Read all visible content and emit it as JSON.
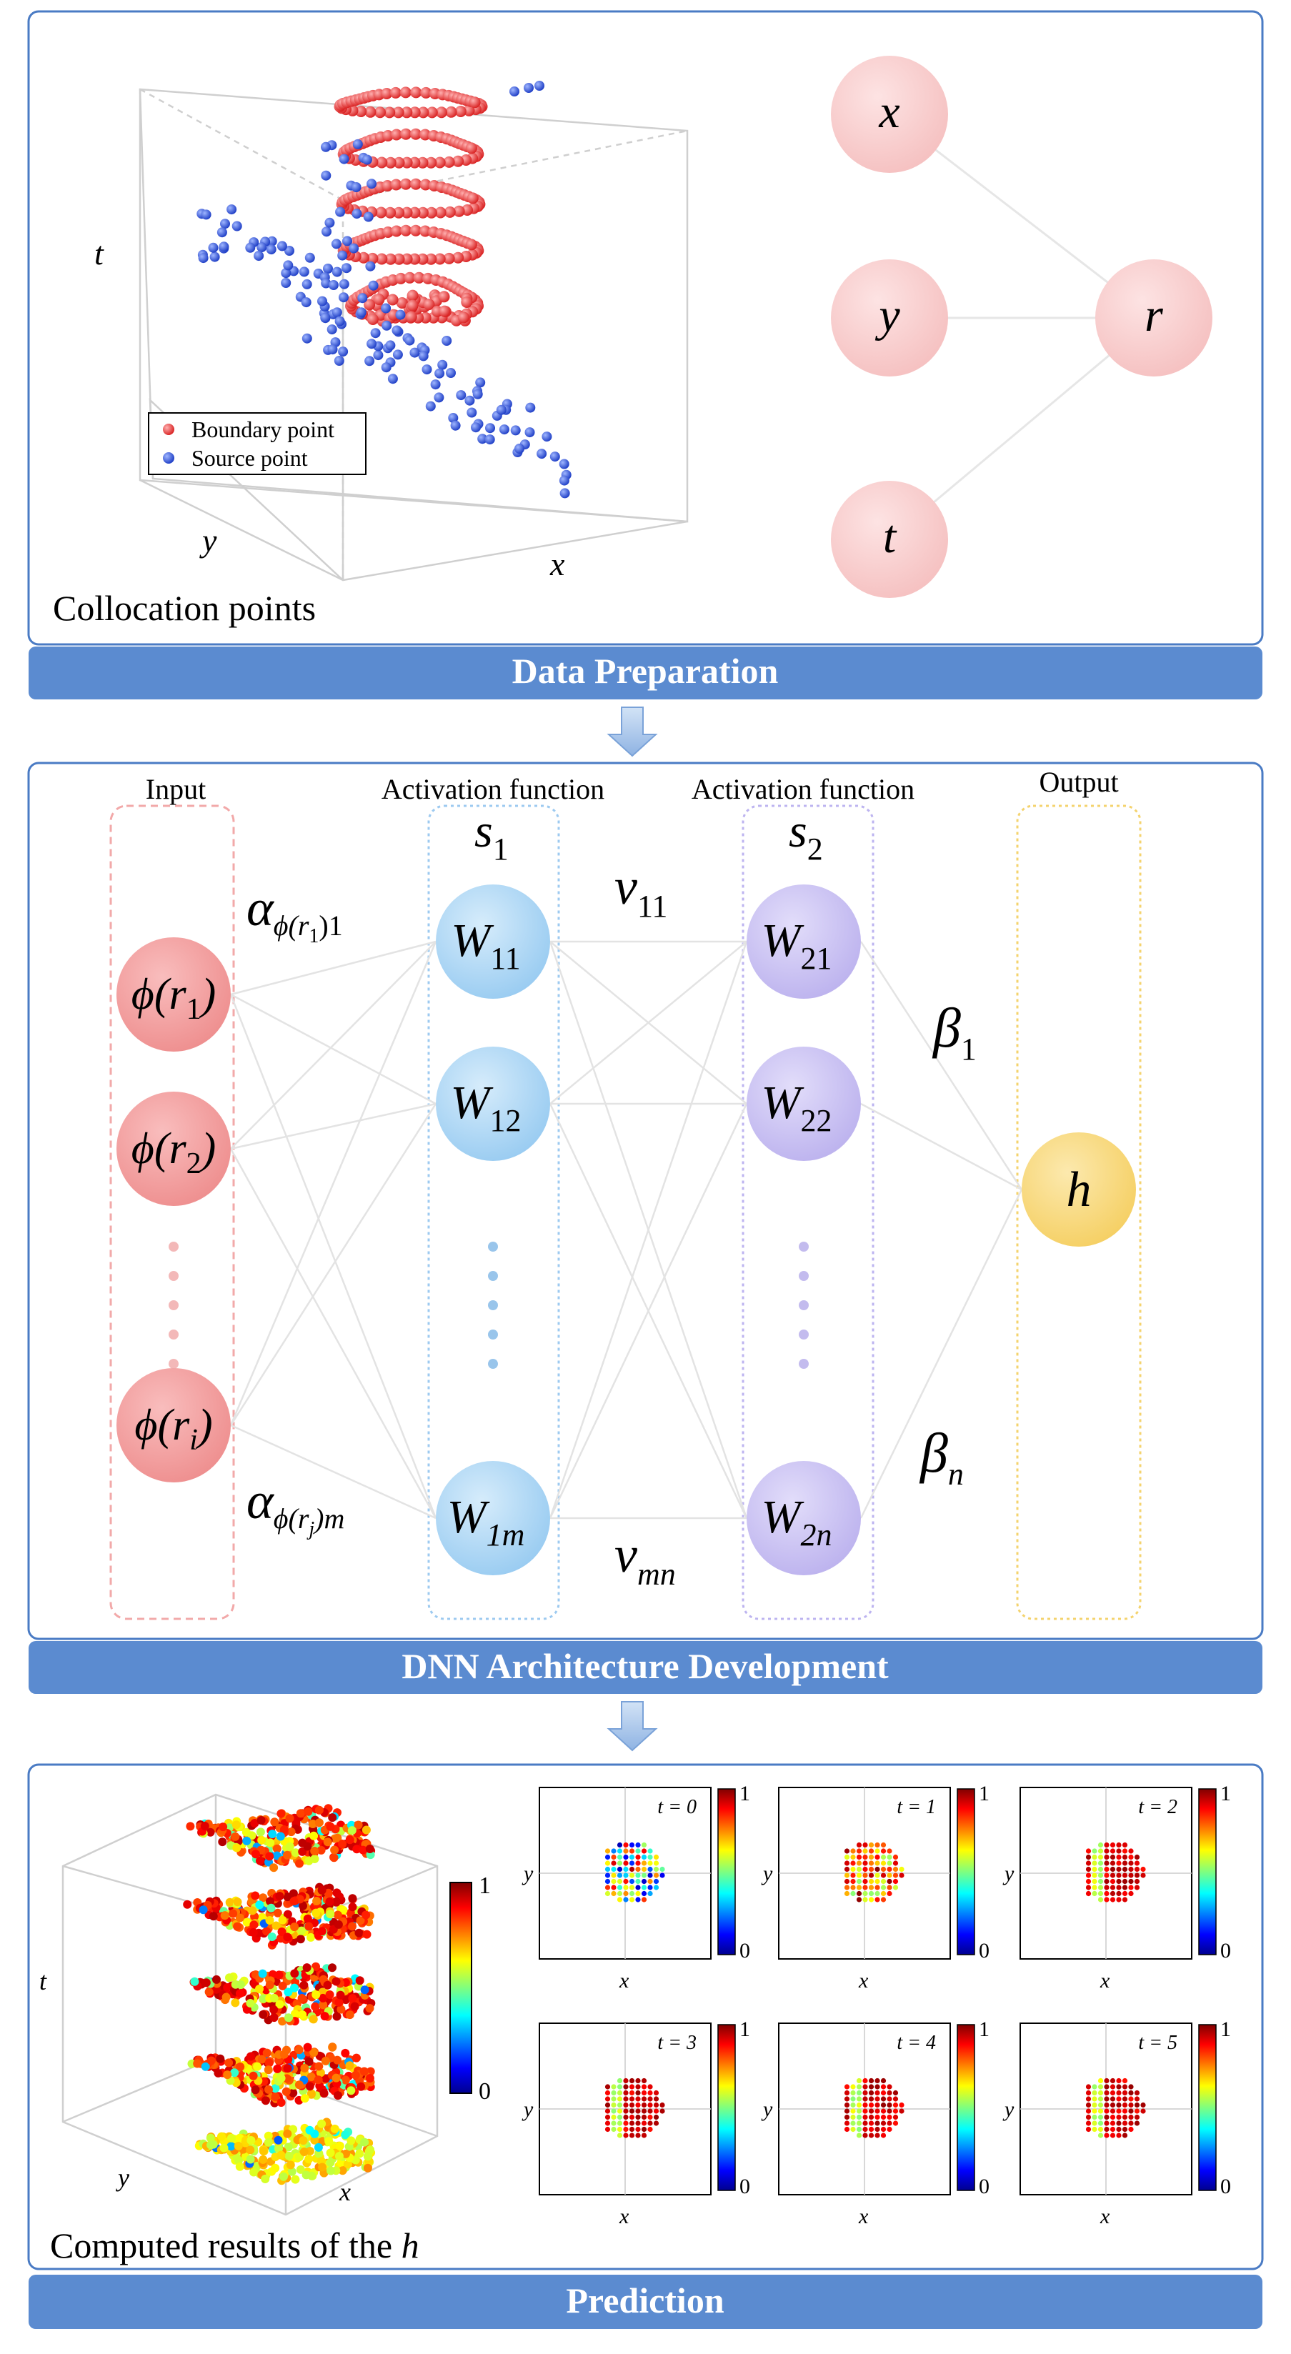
{
  "sections": {
    "data_preparation": {
      "banner": "Data Preparation",
      "caption": "Collocation points",
      "axes": {
        "x": "x",
        "y": "y",
        "t": "t"
      },
      "legend": [
        "Boundary point",
        "Source point"
      ],
      "inputs": [
        "x",
        "y",
        "t"
      ],
      "output": "r"
    },
    "dnn": {
      "banner": "DNN Architecture Development",
      "column_titles": [
        "Input",
        "Activation function",
        "Activation function",
        "Output"
      ],
      "layer_labels": [
        "s",
        "s"
      ],
      "layer_subs": [
        "1",
        "2"
      ],
      "inputs": [
        {
          "base": "ϕ(r",
          "sub": "1",
          "close": ")"
        },
        {
          "base": "ϕ(r",
          "sub": "2",
          "close": ")"
        },
        {
          "base": "ϕ(r",
          "sub": "i",
          "close": ")"
        }
      ],
      "layer1": [
        {
          "base": "W",
          "sub": "11"
        },
        {
          "base": "W",
          "sub": "12"
        },
        {
          "base": "W",
          "sub": "1m"
        }
      ],
      "layer2": [
        {
          "base": "W",
          "sub": "21"
        },
        {
          "base": "W",
          "sub": "22"
        },
        {
          "base": "W",
          "sub": "2n"
        }
      ],
      "output": "h",
      "weights": {
        "alpha_top": {
          "base": "α",
          "sub": "ϕ(r",
          "subsub": "1",
          "tail": ")1"
        },
        "alpha_bot": {
          "base": "α",
          "sub": "ϕ(r",
          "subsub": "j",
          "tail": ")m"
        },
        "v_top": {
          "base": "v",
          "sub": "11"
        },
        "v_bot": {
          "base": "v",
          "sub": "mn"
        },
        "beta_top": {
          "base": "β",
          "sub": "1"
        },
        "beta_bot": {
          "base": "β",
          "sub": "n"
        }
      }
    },
    "prediction": {
      "banner": "Prediction",
      "caption_prefix": "Computed results of the ",
      "caption_var": "h",
      "axes3d": {
        "x": "x",
        "y": "y",
        "t": "t"
      },
      "colorbar": {
        "max": "1",
        "min": "0"
      },
      "panels": [
        {
          "label": "t = 0",
          "cb_max": "1",
          "cb_min": "0",
          "xlabel": "x",
          "ylabel": "y"
        },
        {
          "label": "t = 1",
          "cb_max": "1",
          "cb_min": "0",
          "xlabel": "x",
          "ylabel": "y"
        },
        {
          "label": "t = 2",
          "cb_max": "1",
          "cb_min": "0",
          "xlabel": "x",
          "ylabel": "y"
        },
        {
          "label": "t = 3",
          "cb_max": "1",
          "cb_min": "0",
          "xlabel": "x",
          "ylabel": "y"
        },
        {
          "label": "t = 4",
          "cb_max": "1",
          "cb_min": "0",
          "xlabel": "x",
          "ylabel": "y"
        },
        {
          "label": "t = 5",
          "cb_max": "1",
          "cb_min": "0",
          "xlabel": "x",
          "ylabel": "y"
        }
      ]
    }
  },
  "colors": {
    "panel_border": "#4a7bc4",
    "banner_fill": "#5b8bd0",
    "arrow_fill": "#a9c6ea",
    "red_node": "#f6c9c9",
    "input_node": "#f29a9a",
    "blue_node": "#a9d4f4",
    "purple_node": "#c8c0f2",
    "output_node": "#f8d77a",
    "boundary_point": "#ee3b3b",
    "source_point": "#2a4ed6"
  }
}
